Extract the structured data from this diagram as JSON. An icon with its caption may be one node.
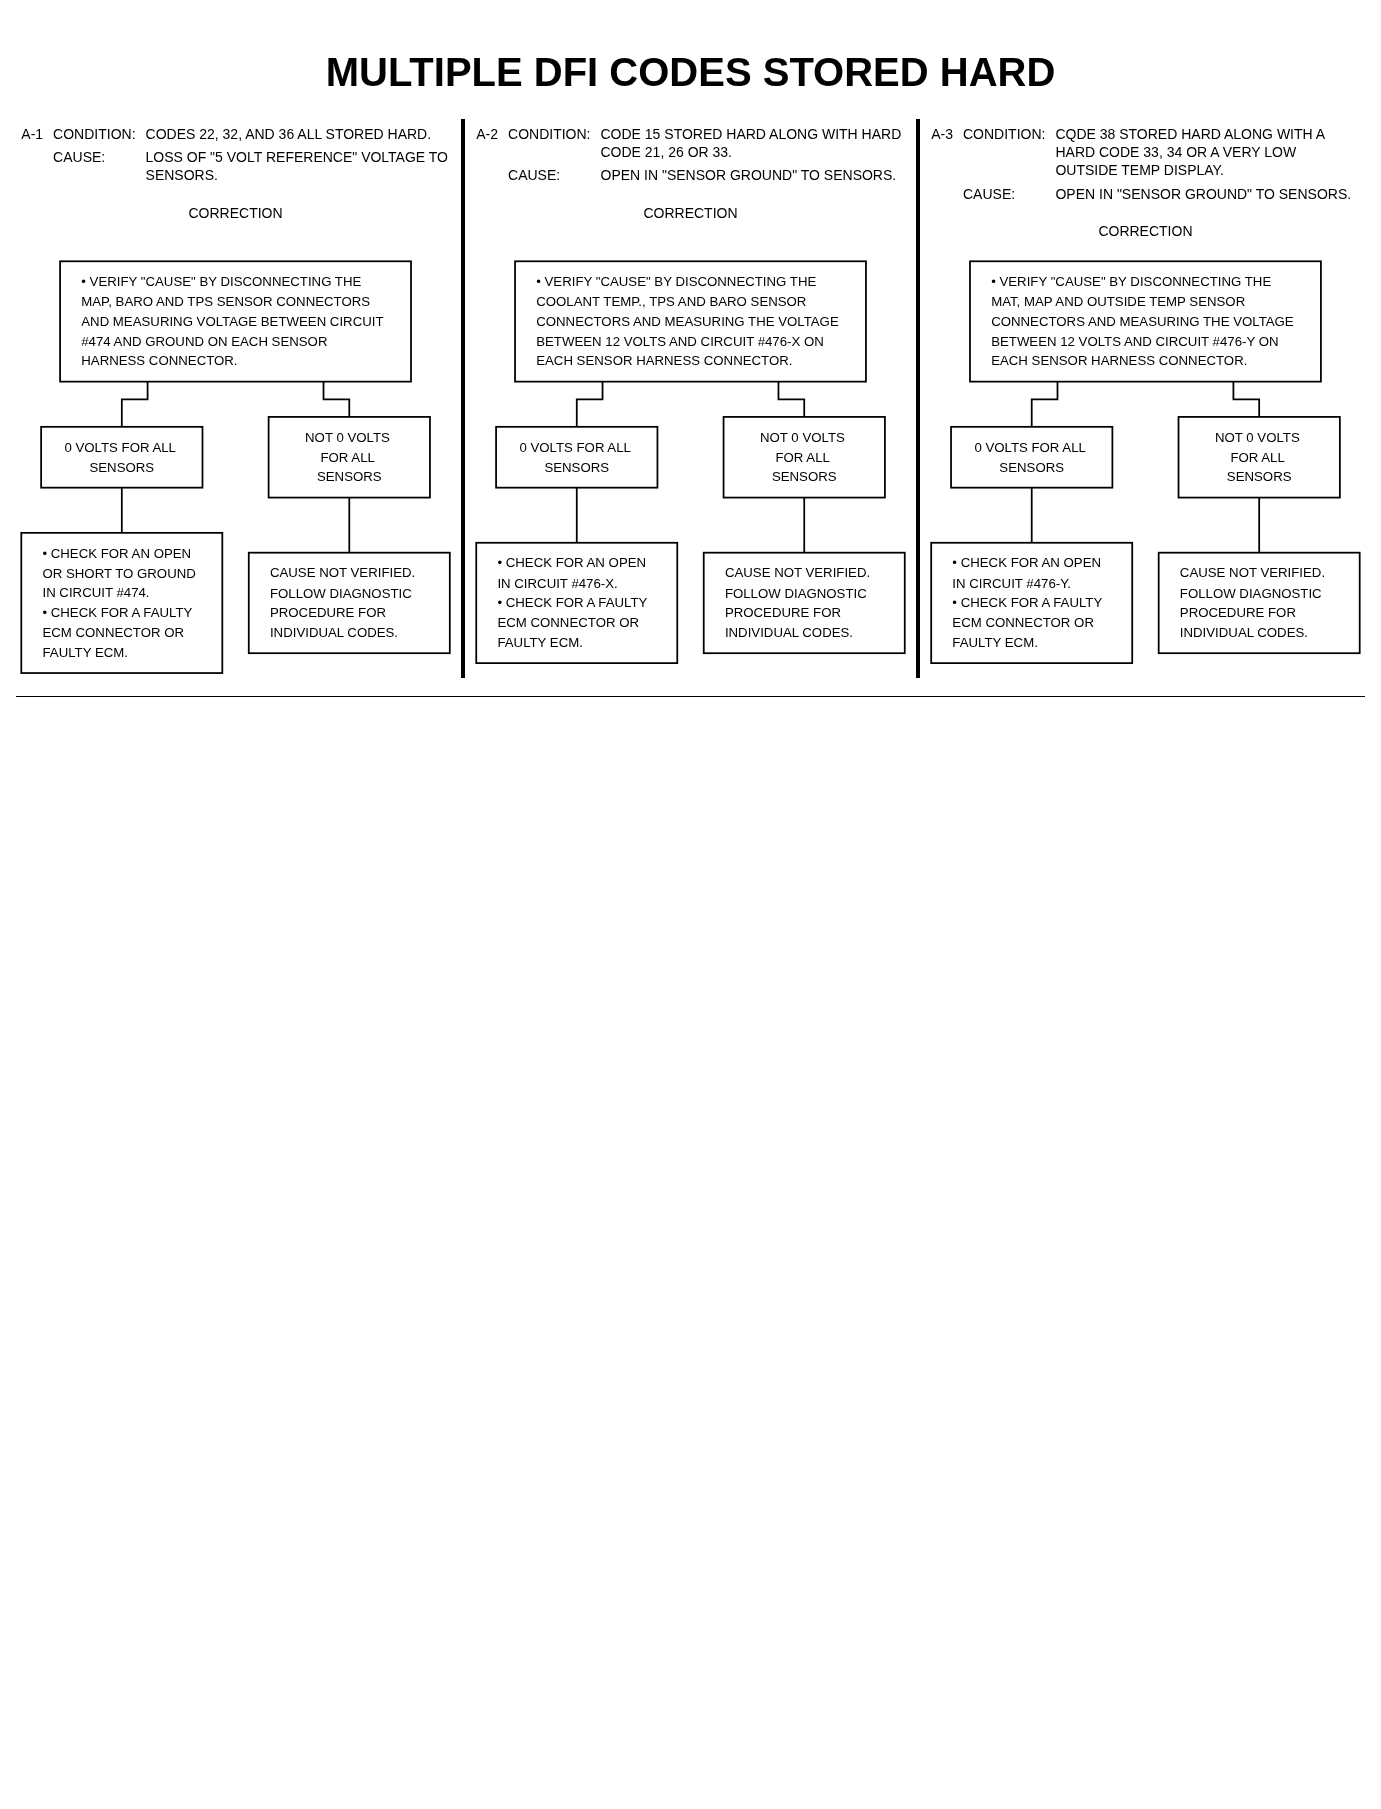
{
  "diagram": {
    "title": "MULTIPLE DFI CODES STORED HARD",
    "nodes": [
      {
        "text": [
          "• VERIFY \"CAUSE\" BY DISCONNECTING THE MAP, BARO AND TPS SENSOR CONNECTORS AND MEASURING VOLTAGE BETWEEN CIRCUIT #474 AND GROUND ON EACH SENSOR HARNESS CONNECTOR."
        ]
      },
      {
        "text": [
          "0 VOLTS FOR ALL SENSORS"
        ]
      },
      {
        "text": [
          "NOT 0 VOLTS FOR ALL SENSORS"
        ]
      },
      {
        "text": [
          "• CHECK FOR AN OPEN OR SHORT TO GROUND IN CIRCUIT #474.",
          "• CHECK FOR A FAULTY ECM CONNECTOR OR FAULTY ECM."
        ]
      },
      {
        "text": [
          "CAUSE NOT VERIFIED. FOLLOW DIAGNOSTIC PROCEDURE FOR INDIVIDUAL CODES."
        ]
      },
      {
        "text": [
          "• VERIFY \"CAUSE\" BY DISCONNECTING THE COOLANT TEMP., TPS AND BARO SENSOR CONNECTORS AND MEASURING THE VOLTAGE BETWEEN 12 VOLTS AND CIRCUIT #476-X ON EACH SENSOR HARNESS CONNECTOR."
        ]
      },
      {
        "text": [
          "0 VOLTS FOR ALL SENSORS"
        ]
      },
      {
        "text": [
          "NOT 0 VOLTS FOR ALL SENSORS"
        ]
      },
      {
        "text": [
          "• CHECK FOR AN OPEN IN CIRCUIT #476-X.",
          "• CHECK FOR A FAULTY ECM CONNECTOR OR FAULTY ECM."
        ]
      },
      {
        "text": [
          "CAUSE NOT VERIFIED. FOLLOW DIAGNOSTIC PROCEDURE FOR INDIVIDUAL CODES."
        ]
      },
      {
        "text": [
          "• VERIFY \"CAUSE\" BY DISCONNECTING THE MAT, MAP AND OUTSIDE TEMP SENSOR CONNECTORS AND MEASURING THE VOLTAGE BETWEEN 12 VOLTS AND CIRCUIT #476-Y ON EACH SENSOR HARNESS CONNECTOR."
        ]
      },
      {
        "text": [
          "0 VOLTS FOR ALL SENSORS"
        ]
      },
      {
        "text": [
          "NOT 0 VOLTS FOR ALL SENSORS"
        ]
      },
      {
        "text": [
          "• CHECK FOR AN OPEN IN CIRCUIT #476-Y.",
          "• CHECK FOR A FAULTY ECM CONNECTOR OR FAULTY ECM."
        ]
      },
      {
        "text": [
          "CAUSE NOT VERIFIED. FOLLOW DIAGNOSTIC PROCEDURE FOR INDIVIDUAL CODES."
        ]
      }
    ],
    "edges": [
      {
        "from": 0,
        "to": 1,
        "arrow": "none"
      },
      {
        "from": 0,
        "to": 2,
        "arrow": "none"
      },
      {
        "from": 1,
        "to": 3,
        "arrow": "none"
      },
      {
        "from": 2,
        "to": 4,
        "arrow": "none"
      },
      {
        "from": 5,
        "to": 6,
        "arrow": "none"
      },
      {
        "from": 5,
        "to": 7,
        "arrow": "none"
      },
      {
        "from": 6,
        "to": 8,
        "arrow": "none"
      },
      {
        "from": 7,
        "to": 9,
        "arrow": "none"
      },
      {
        "from": 10,
        "to": 11,
        "arrow": "none"
      },
      {
        "from": 10,
        "to": 12,
        "arrow": "none"
      },
      {
        "from": 11,
        "to": 13,
        "arrow": "none"
      },
      {
        "from": 12,
        "to": 14,
        "arrow": "none"
      }
    ],
    "labels": [
      "A-1",
      "CONDITION:",
      "CODES 22, 32, AND 36 ALL STORED HARD.",
      "CAUSE:",
      "LOSS OF \"5 VOLT REFERENCE\" VOLTAGE TO SENSORS.",
      "CORRECTION",
      "A-2",
      "CONDITION:",
      "CODE 15 STORED HARD ALONG WITH HARD CODE 21, 26 OR 33.",
      "CAUSE:",
      "OPEN IN \"SENSOR GROUND\" TO SENSORS.",
      "CORRECTION",
      "A-3",
      "CONDITION:",
      "CQDE 38 STORED HARD ALONG WITH A HARD CODE 33, 34 OR A VERY LOW OUTSIDE TEMP DISPLAY.",
      "CAUSE:",
      "OPEN IN \"SENSOR GROUND\" TO SENSORS.",
      "CORRECTION"
    ]
  }
}
